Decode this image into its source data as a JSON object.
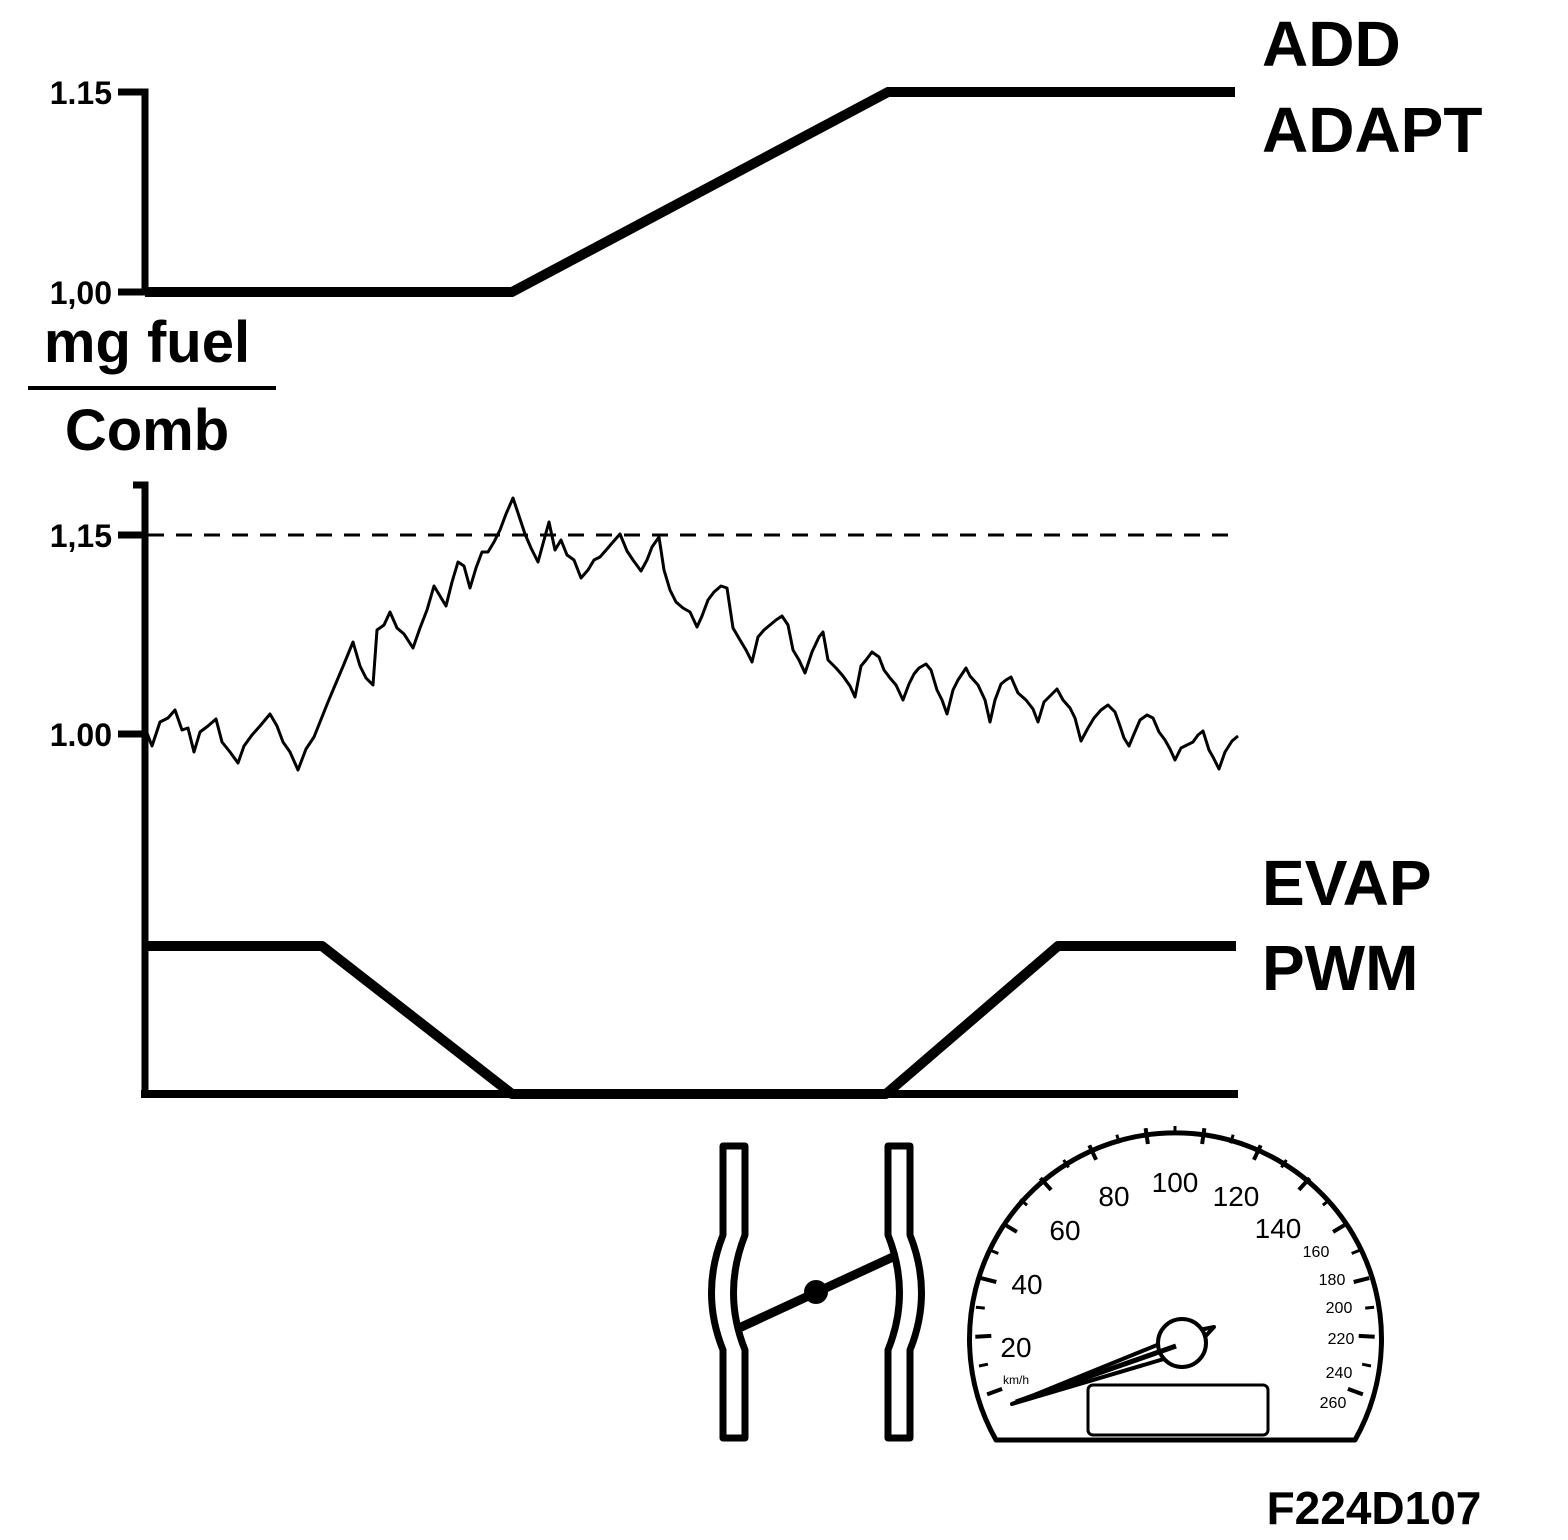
{
  "colors": {
    "ink": "#000000",
    "paper": "#ffffff"
  },
  "top_plot": {
    "label_lines": [
      "ADD",
      "ADAPT"
    ],
    "tick_labels": [
      "1.15",
      "1,00"
    ]
  },
  "middle_plot": {
    "unit_numerator": "mg fuel",
    "unit_denominator": "Comb",
    "tick_labels": [
      "1,15",
      "1.00"
    ],
    "dashed_reference_level": "1,15"
  },
  "bottom_plot": {
    "label_lines": [
      "EVAP",
      "PWM"
    ]
  },
  "icons": [
    "throttle-body-icon",
    "speedometer-icon"
  ],
  "speedometer": {
    "large_labels": [
      "20",
      "40",
      "60",
      "80",
      "100",
      "120",
      "140"
    ],
    "small_labels": [
      "160",
      "180",
      "200",
      "220",
      "240",
      "260"
    ],
    "unit_label": "km/h"
  },
  "figure_code": "F224D107"
}
